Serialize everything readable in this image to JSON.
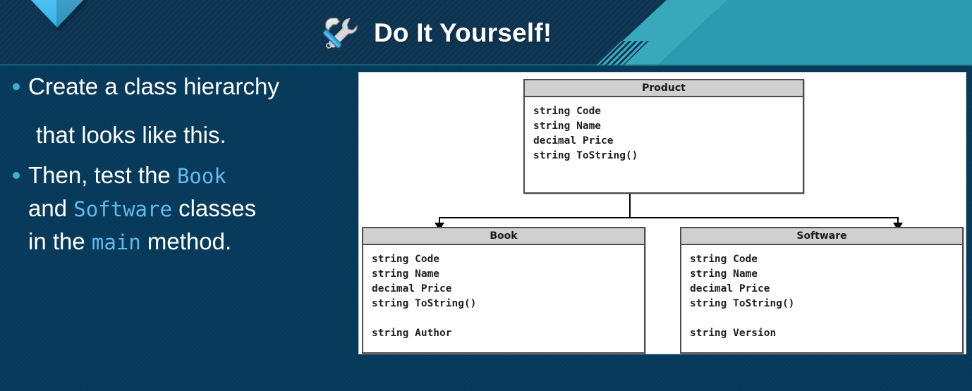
{
  "slide": {
    "background_color": "#073a5a",
    "header_color": "#0c3350",
    "accent_teal": "#2a9bb0",
    "accent_blue": "#4ec2f2",
    "bullet_dot_color": "#3ab3c9",
    "code_text_color": "#63b9ec"
  },
  "header": {
    "title": "Do It Yourself!",
    "icon": "hammer-and-wrench-icon",
    "chevron": "chevron-down-shape"
  },
  "bullets": [
    {
      "line1": "Create a class hierarchy",
      "line2": "that looks like this."
    },
    {
      "part1": "Then, test the ",
      "code1": "Book",
      "part2": "and ",
      "code2": "Software",
      "part3": " classes",
      "part4": "in the ",
      "code3": "main",
      "part5": " method."
    }
  ],
  "diagram": {
    "type": "uml-class-diagram",
    "classes": [
      {
        "name": "Product",
        "members": [
          "string Code",
          "string Name",
          "decimal Price",
          "string ToString()"
        ],
        "extra_members": []
      },
      {
        "name": "Book",
        "members": [
          "string Code",
          "string Name",
          "decimal Price",
          "string ToString()"
        ],
        "extra_members": [
          "string Author"
        ]
      },
      {
        "name": "Software",
        "members": [
          "string Code",
          "string Name",
          "decimal Price",
          "string ToString()"
        ],
        "extra_members": [
          "string Version"
        ]
      }
    ],
    "relations": [
      {
        "from": "Product",
        "to": "Book",
        "kind": "inheritance"
      },
      {
        "from": "Product",
        "to": "Software",
        "kind": "inheritance"
      }
    ]
  }
}
